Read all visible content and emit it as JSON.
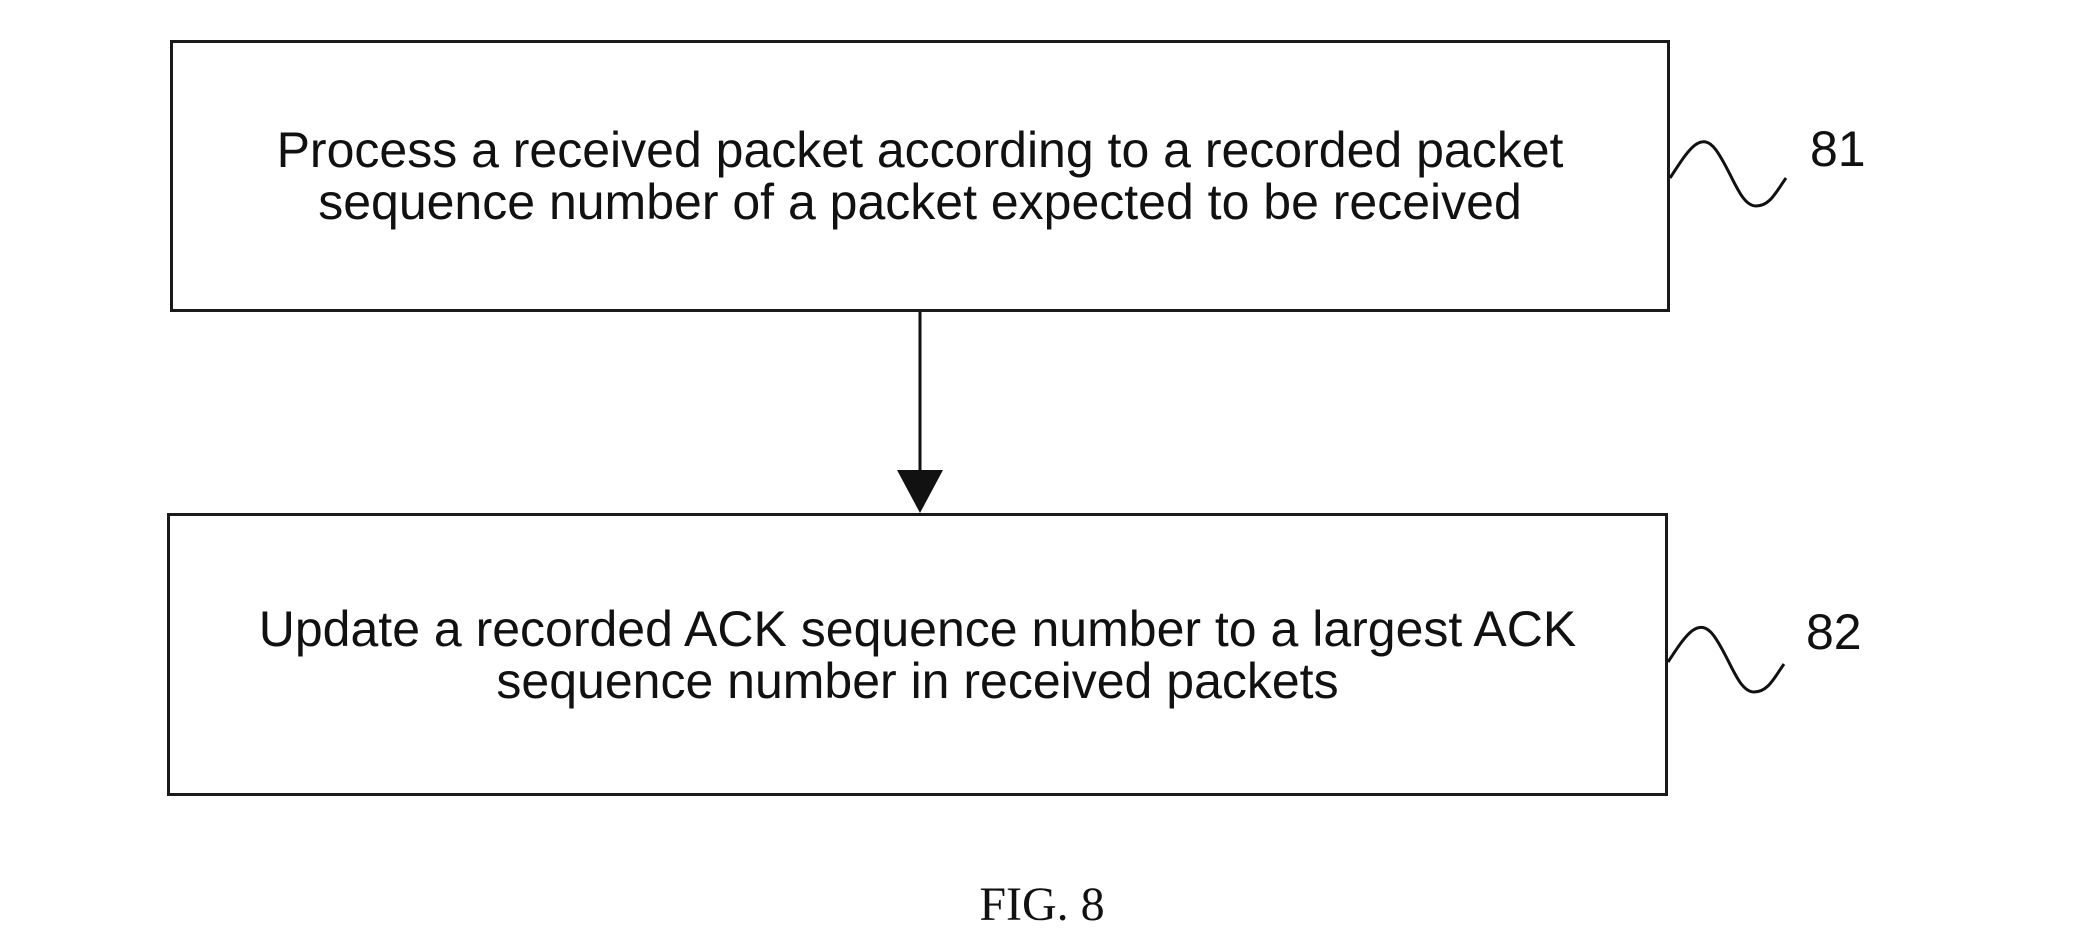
{
  "figure": {
    "caption": "FIG. 8",
    "steps": [
      {
        "ref": "81",
        "text": "Process a received packet according to a recorded packet\nsequence number of a packet expected to be received"
      },
      {
        "ref": "82",
        "text": "Update a recorded ACK sequence number to a largest ACK\nsequence number in received packets"
      }
    ],
    "flow": [
      {
        "from": "81",
        "to": "82"
      }
    ]
  }
}
